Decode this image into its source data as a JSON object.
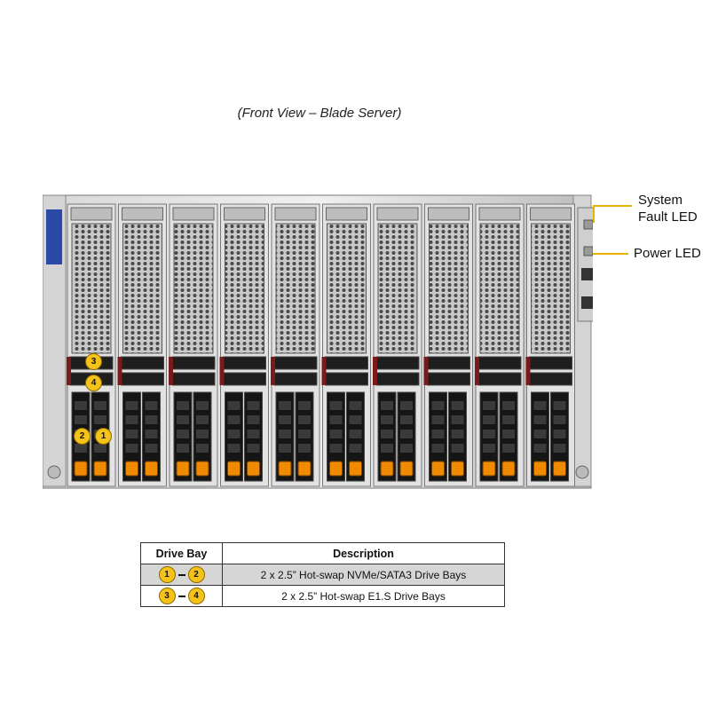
{
  "caption": "(Front View – Blade Server)",
  "callouts": [
    {
      "id": "system-fault-led",
      "text": "System\nFault LED"
    },
    {
      "id": "power-led",
      "text": "Power LED"
    }
  ],
  "chassis_badges": [
    "3",
    "4",
    "2",
    "1"
  ],
  "accent_color": "#f5c21a",
  "table": {
    "headers": [
      "Drive Bay",
      "Description"
    ],
    "rows": [
      {
        "from": "1",
        "to": "2",
        "description": "2 x 2.5” Hot-swap  NVMe/SATA3 Drive  Bays"
      },
      {
        "from": "3",
        "to": "4",
        "description": "2 x 2.5” Hot-swap  E1.S Drive  Bays"
      }
    ]
  }
}
